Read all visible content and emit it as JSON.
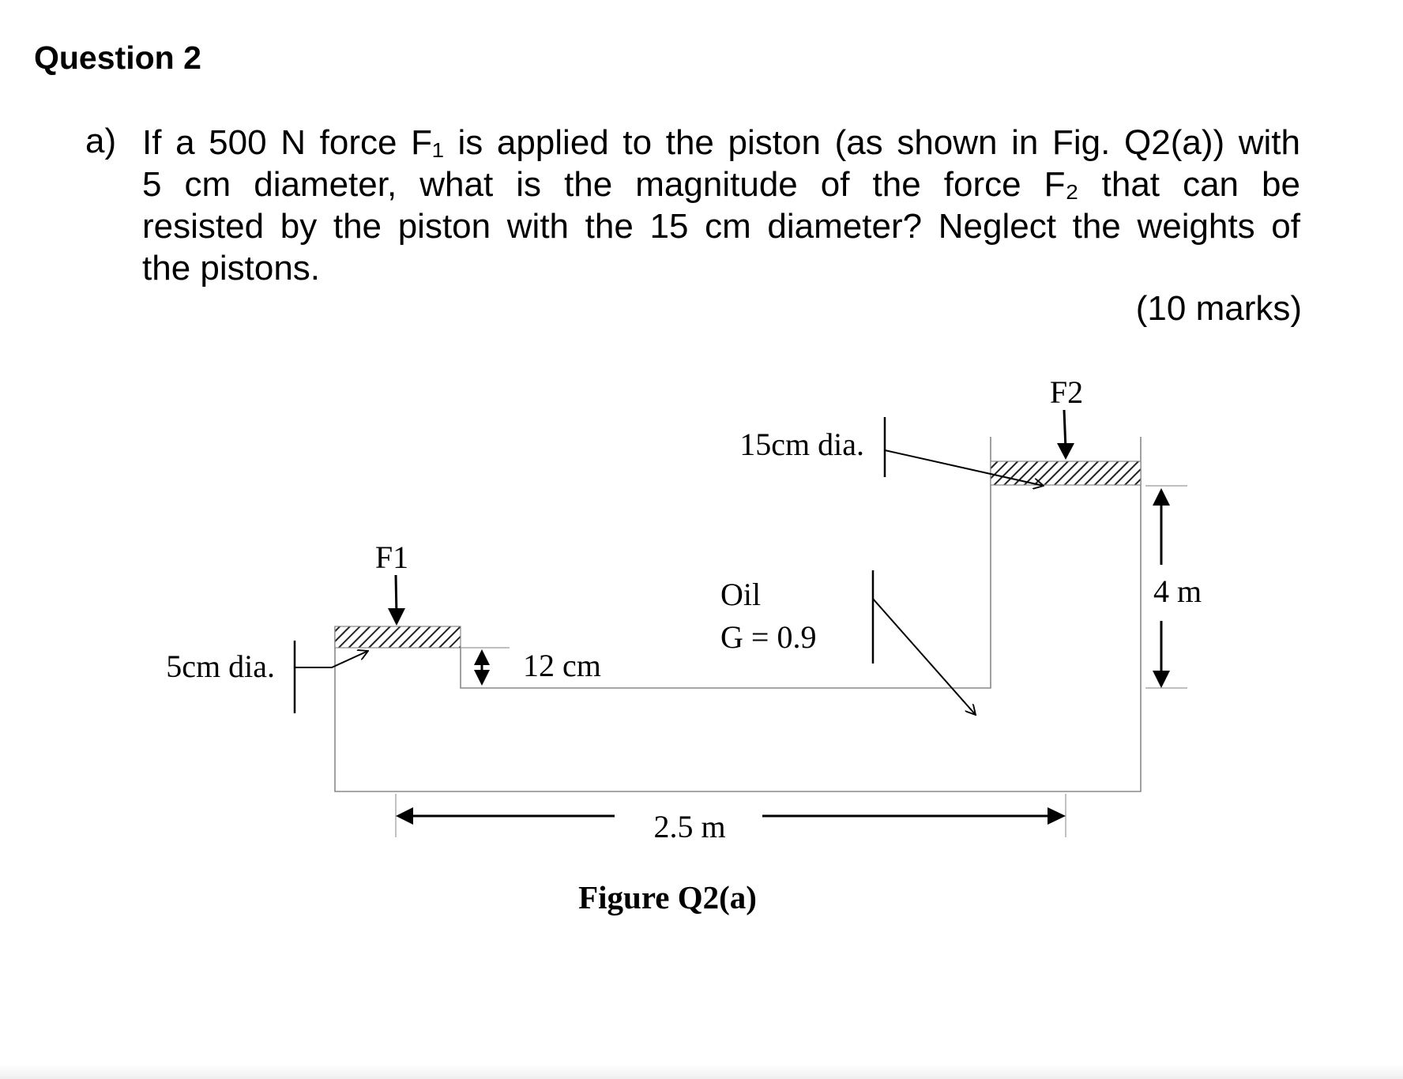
{
  "heading": "Question 2",
  "question": {
    "label": "a)",
    "lines": [
      "If a 500 N force F₁ is applied to the piston (as shown in Fig. Q2(a)) with",
      "5 cm diameter, what is the magnitude of the force F₂ that can be",
      "resisted by the piston with the 15 cm diameter? Neglect the weights of",
      "the pistons."
    ],
    "marks": "(10 marks)"
  },
  "figure": {
    "labels": {
      "f1": "F1",
      "f2": "F2",
      "small_dia": "5cm dia.",
      "large_dia": "15cm dia.",
      "fluid": "Oil",
      "gravity": "G = 0.9",
      "height_small": "12 cm",
      "height_large": "4 m",
      "width": "2.5 m"
    },
    "caption": "Figure Q2(a)"
  }
}
